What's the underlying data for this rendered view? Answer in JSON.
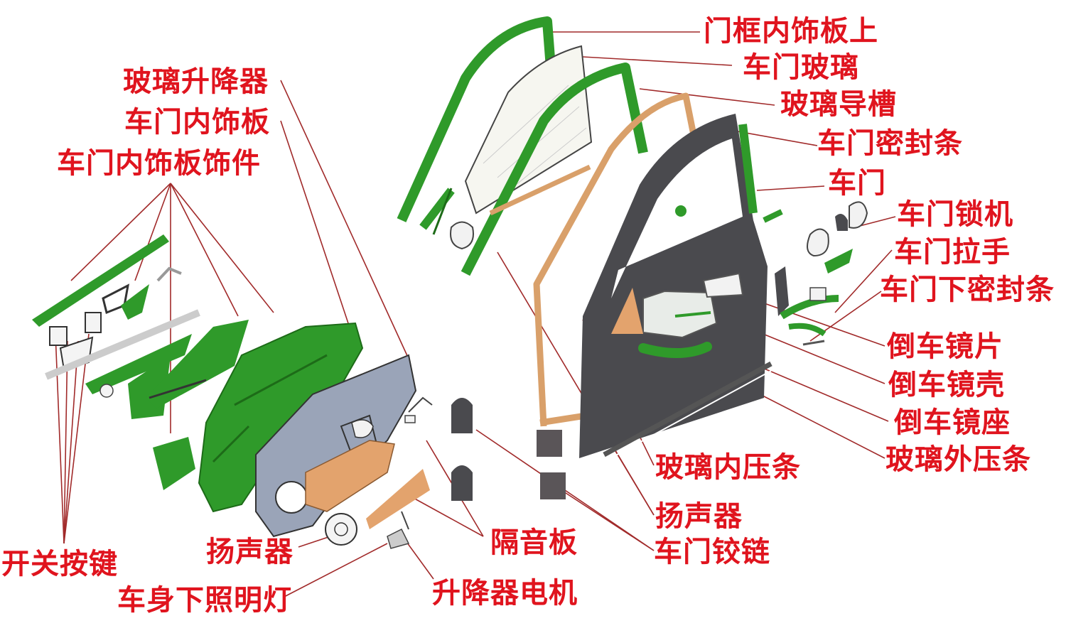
{
  "colors": {
    "label": "#e0141e",
    "leader": "#a12a2a",
    "trim_green": "#2f9a2a",
    "trim_green_dark": "#1d6b18",
    "door_frame": "#4a4a4e",
    "glass_seal": "#d9a06a",
    "panel_blue": "#9aa4b8",
    "insulation": "#e3a36d"
  },
  "labels": {
    "door_frame_trim_upper": "门框内饰板上",
    "door_glass": "车门玻璃",
    "glass_run_channel": "玻璃导槽",
    "door_seal": "车门密封条",
    "door": "车门",
    "door_lock": "车门锁机",
    "door_handle": "车门拉手",
    "door_lower_seal": "车门下密封条",
    "mirror_glass": "倒车镜片",
    "mirror_housing": "倒车镜壳",
    "mirror_base": "倒车镜座",
    "glass_outer_strip": "玻璃外压条",
    "glass_inner_strip": "玻璃内压条",
    "speaker_right": "扬声器",
    "door_hinge": "车门铰链",
    "window_regulator": "玻璃升降器",
    "door_trim_panel": "车门内饰板",
    "door_trim_accessories": "车门内饰板饰件",
    "switch_buttons": "开关按键",
    "speaker_left": "扬声器",
    "puddle_lamp": "车身下照明灯",
    "sound_insulation": "隔音板",
    "regulator_motor": "升降器电机"
  }
}
